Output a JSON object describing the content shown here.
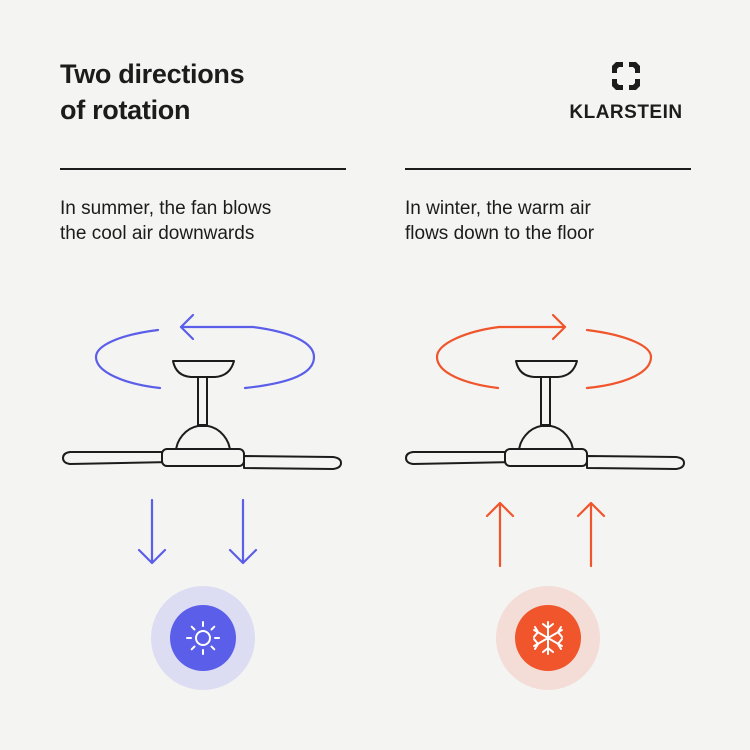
{
  "title": {
    "line1": "Two directions",
    "line2": "of rotation"
  },
  "brand": {
    "name": "KLARSTEIN",
    "icon": "klarstein-logo-icon"
  },
  "summer": {
    "line1": "In summer, the fan blows",
    "line2": "the cool air downwards",
    "color": "#5b5ee8",
    "badge_bg": "#dcdcf3",
    "icon": "sun-icon",
    "airflow": "down"
  },
  "winter": {
    "line1": "In winter, the warm air",
    "line2": "flows down to the floor",
    "color": "#f0552c",
    "badge_bg": "#f3ddd6",
    "icon": "snowflake-icon",
    "airflow": "up"
  }
}
